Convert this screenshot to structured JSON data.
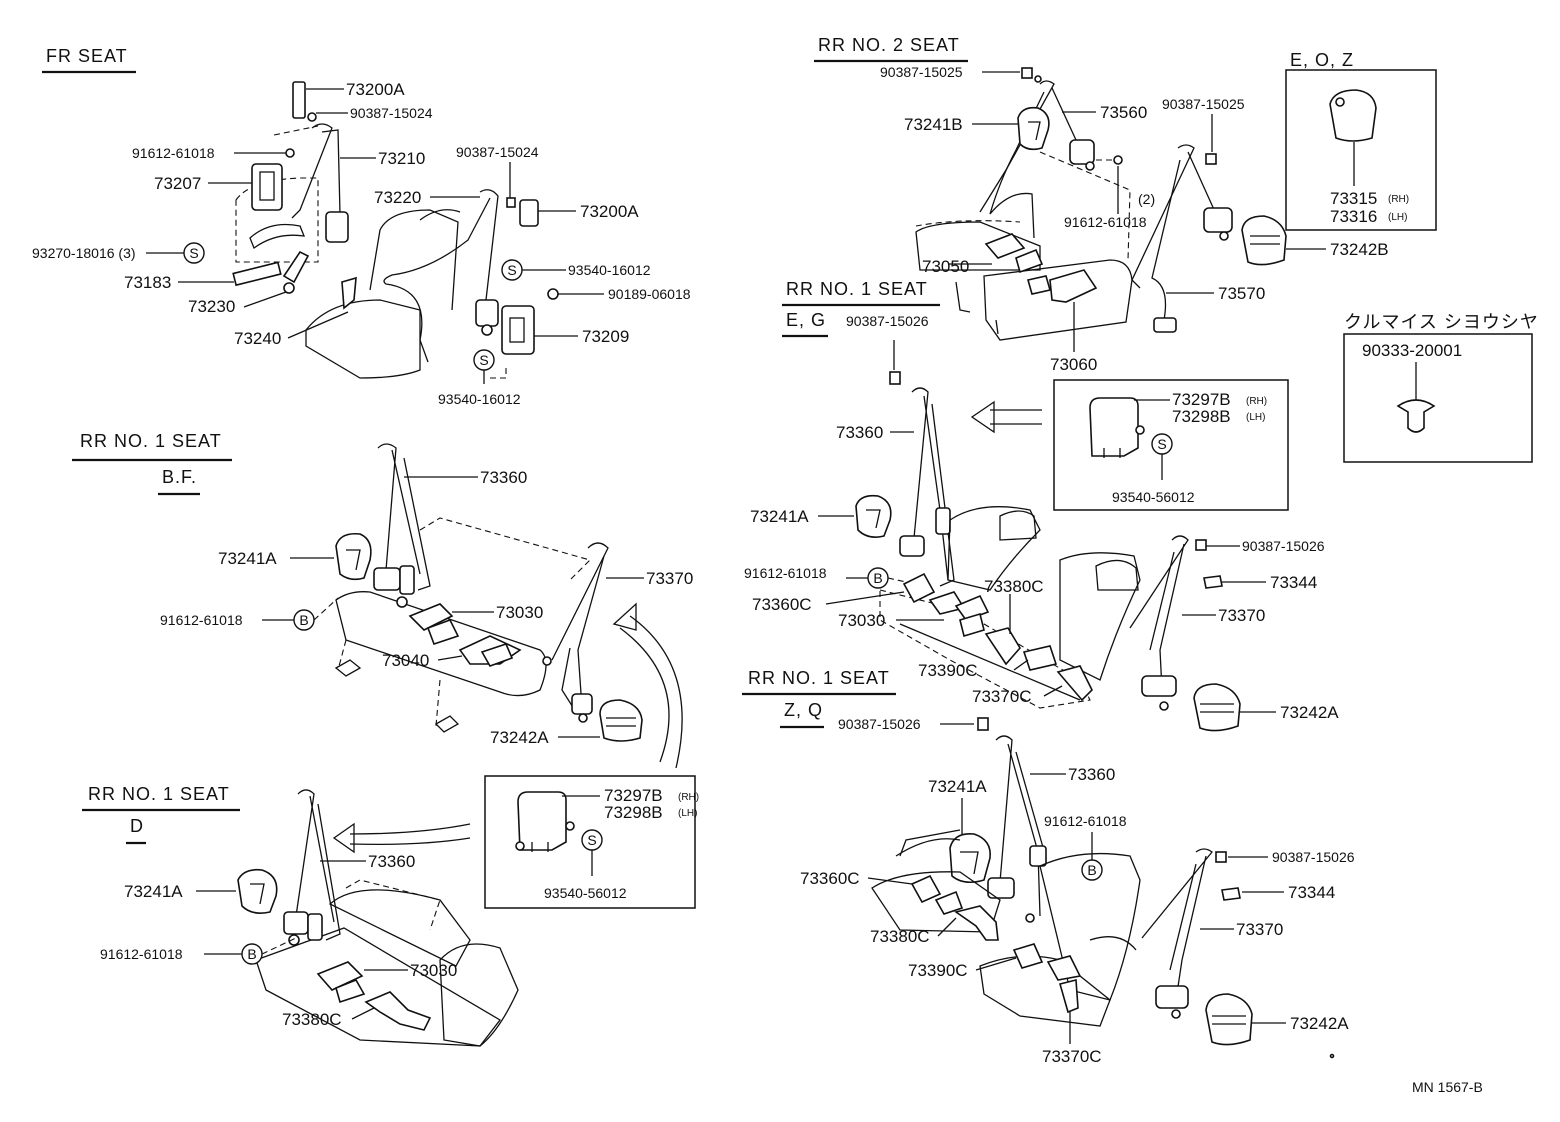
{
  "sections": {
    "fr_seat": "FR SEAT",
    "rr2_seat": "RR NO. 2 SEAT",
    "rr1_eg": "RR NO. 1 SEAT",
    "rr1_eg_sub": "E, G",
    "rr1_bf": "RR NO. 1 SEAT",
    "rr1_bf_sub": "B.F.",
    "rr1_d": "RR NO. 1 SEAT",
    "rr1_d_sub": "D",
    "rr1_zq": "RR NO. 1 SEAT",
    "rr1_zq_sub": "Z, Q",
    "eoz": "E, O, Z",
    "katakana": "クルマイス シヨウシヤ"
  },
  "markers": {
    "s": "S",
    "b": "B"
  },
  "labels": {
    "fr_73200a_top": "73200A",
    "fr_90387_15024_a": "90387-15024",
    "fr_91612_61018": "91612-61018",
    "fr_73210": "73210",
    "fr_73207": "73207",
    "fr_90387_15024_b": "90387-15024",
    "fr_73220": "73220",
    "fr_73200a_right": "73200A",
    "fr_93270_18016": "93270-18016 (3)",
    "fr_93540_16012_a": "93540-16012",
    "fr_73183": "73183",
    "fr_90189_06018": "90189-06018",
    "fr_73230": "73230",
    "fr_73209": "73209",
    "fr_73240": "73240",
    "fr_93540_16012_b": "93540-16012",
    "bf_73360": "73360",
    "bf_73241a": "73241A",
    "bf_73370": "73370",
    "bf_91612_61018": "91612-61018",
    "bf_73030": "73030",
    "bf_73040": "73040",
    "bf_73242a": "73242A",
    "box1_73297b": "73297B",
    "box1_rh": "(RH)",
    "box1_73298b": "73298B",
    "box1_lh": "(LH)",
    "box1_93540_56012": "93540-56012",
    "d_73360": "73360",
    "d_73241a": "73241A",
    "d_91612_61018": "91612-61018",
    "d_73030": "73030",
    "d_73380c": "73380C",
    "r2_90387_15025_a": "90387-15025",
    "r2_73560": "73560",
    "r2_73241b": "73241B",
    "r2_90387_15025_b": "90387-15025",
    "r2_2": "(2)",
    "r2_91612_61018": "91612-61018",
    "r2_73050": "73050",
    "r2_73570": "73570",
    "r2_73060": "73060",
    "r2_73242b": "73242B",
    "eoz_73315": "73315",
    "eoz_rh": "(RH)",
    "eoz_73316": "73316",
    "eoz_lh": "(LH)",
    "kata_90333_20001": "90333-20001",
    "eg_90387_15026": "90387-15026",
    "eg_73360": "73360",
    "box2_73297b": "73297B",
    "box2_rh": "(RH)",
    "box2_73298b": "73298B",
    "box2_lh": "(LH)",
    "box2_93540_56012": "93540-56012",
    "eg_73241a": "73241A",
    "eg_91612_61018": "91612-61018",
    "eg_73360c": "73360C",
    "eg_73030": "73030",
    "eg_73380c": "73380C",
    "eg_90387_15026_r": "90387-15026",
    "eg_73344": "73344",
    "eg_73370": "73370",
    "eg_73390c": "73390C",
    "eg_73370c": "73370C",
    "eg_73242a": "73242A",
    "zq_90387_15026": "90387-15026",
    "zq_73360": "73360",
    "zq_73241a": "73241A",
    "zq_91612_61018": "91612-61018",
    "zq_73360c": "73360C",
    "zq_90387_15026_r": "90387-15026",
    "zq_73344": "73344",
    "zq_73380c": "73380C",
    "zq_73370": "73370",
    "zq_73390c": "73390C",
    "zq_73242a": "73242A",
    "zq_73370c": "73370C",
    "ref": "MN 1567-B"
  }
}
